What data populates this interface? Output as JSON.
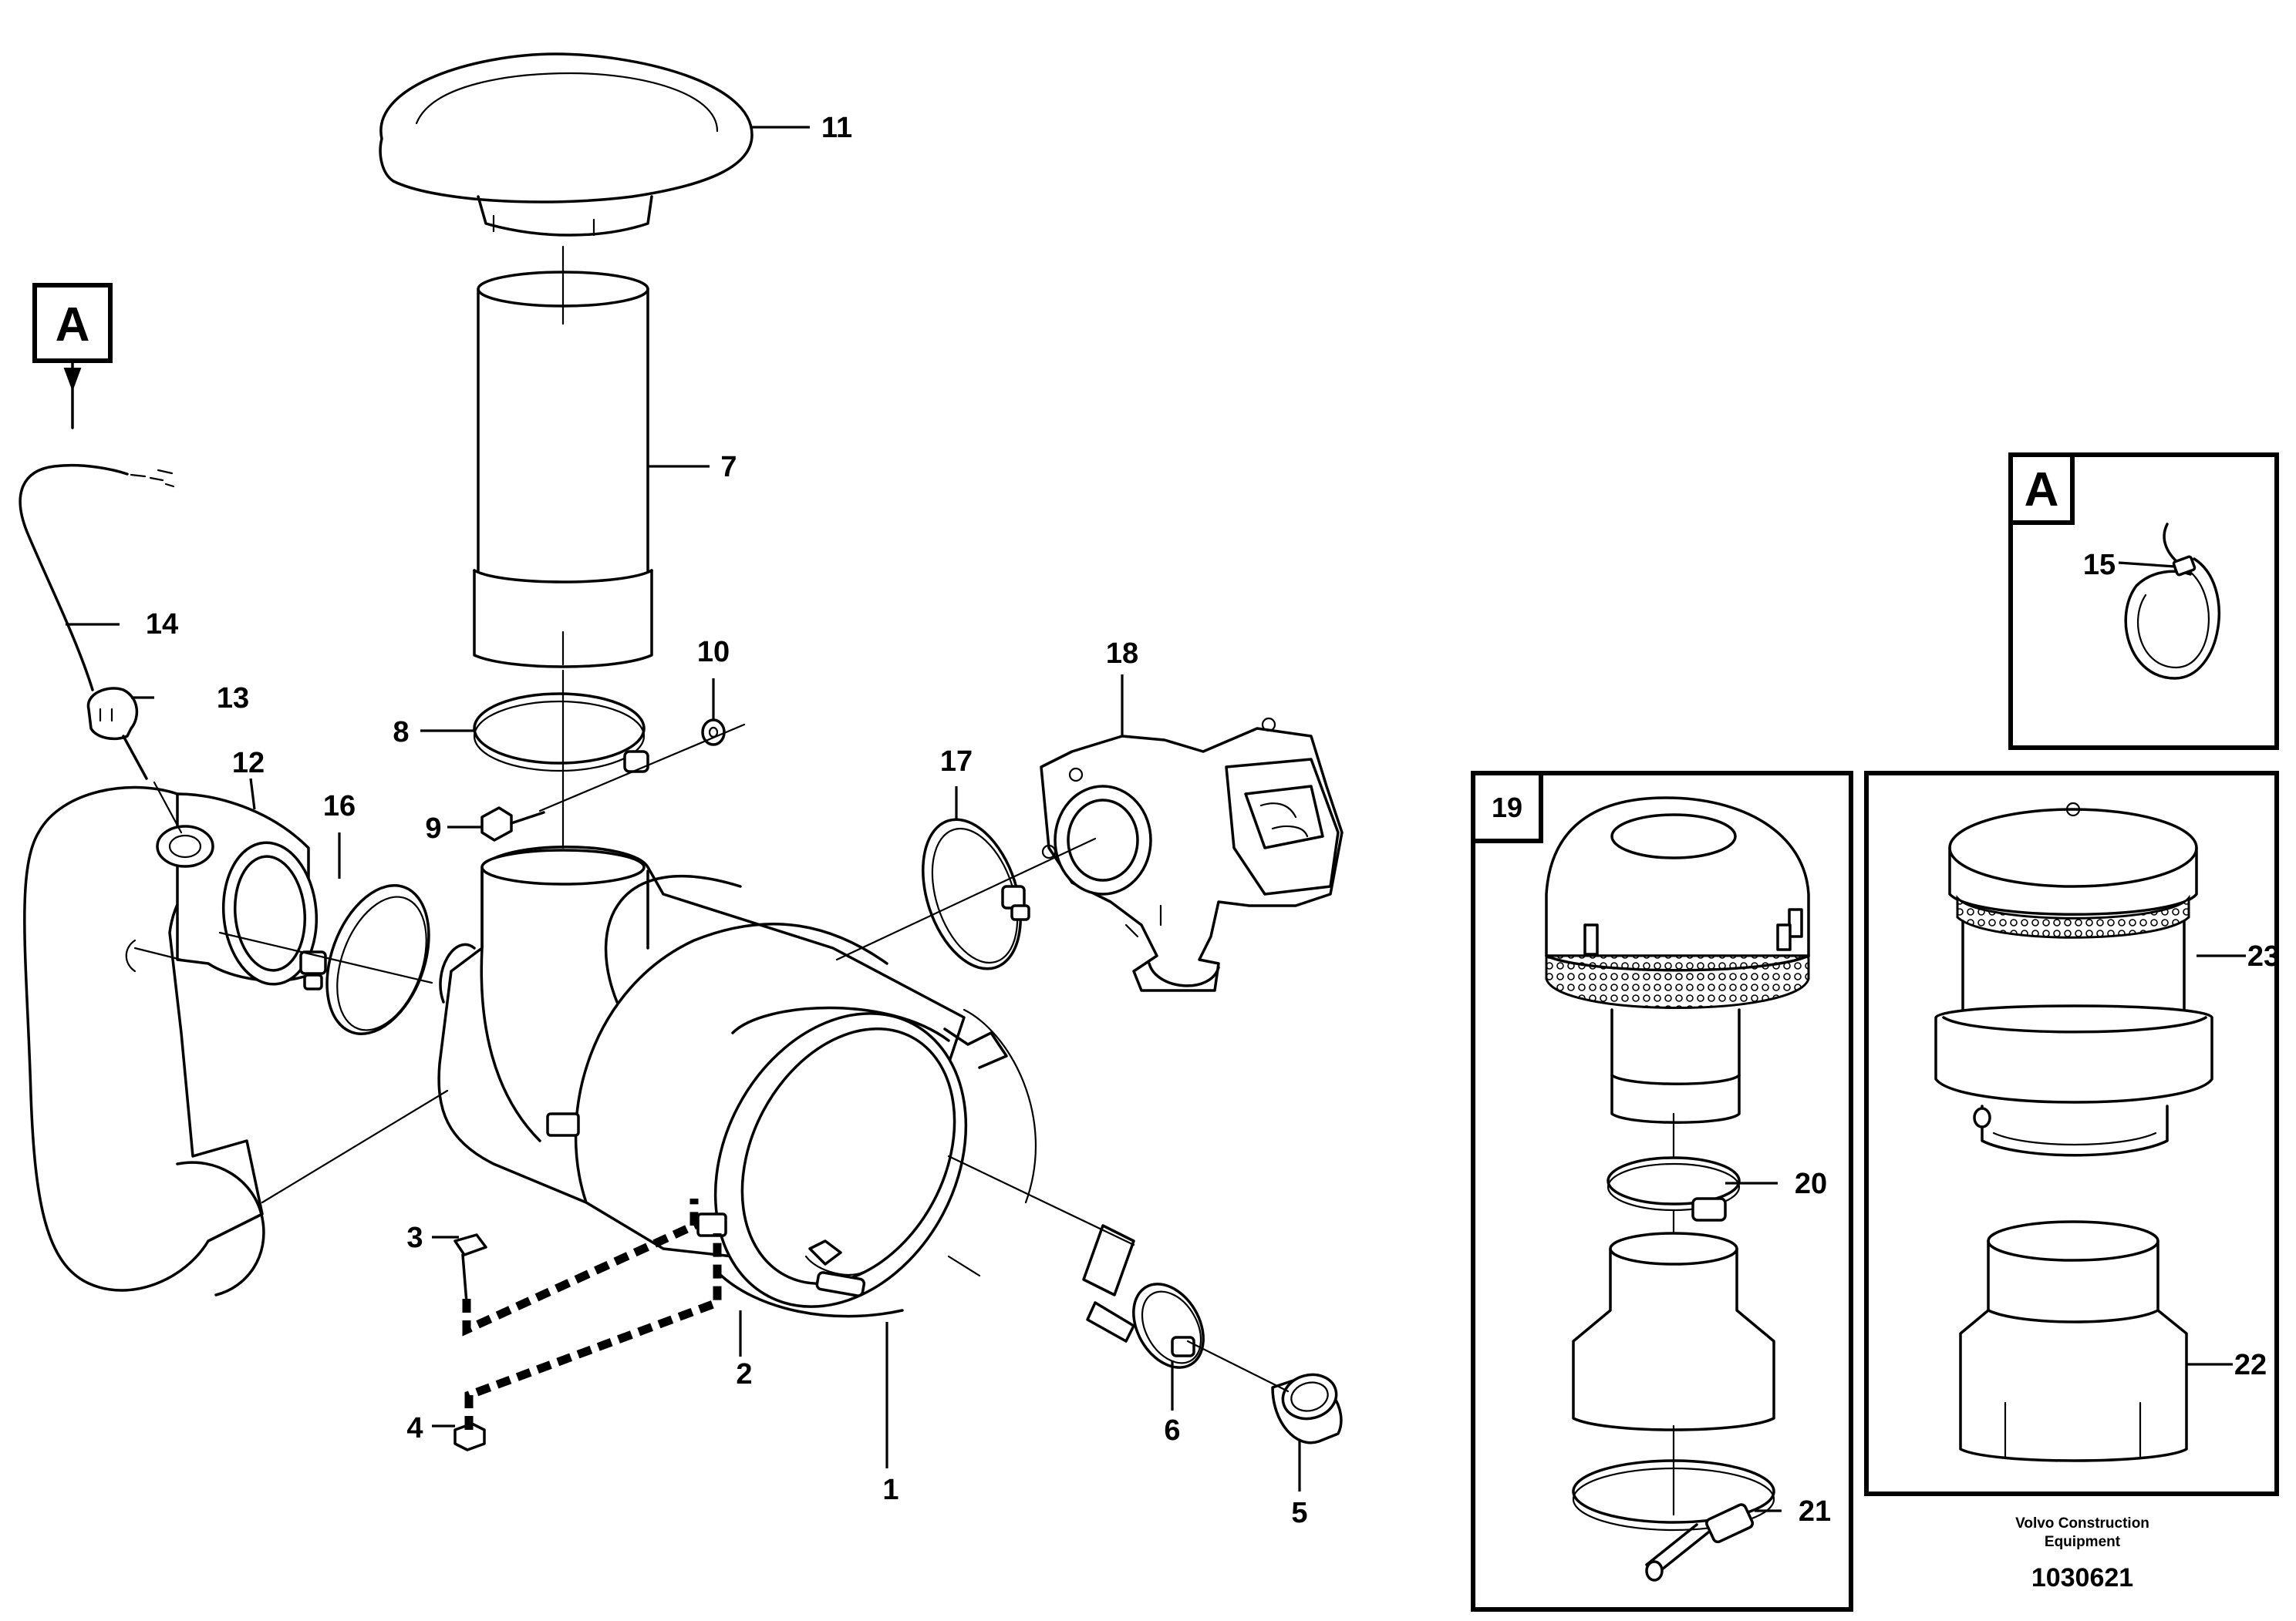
{
  "diagram": {
    "callouts": {
      "c1": "1",
      "c2": "2",
      "c3": "3",
      "c4": "4",
      "c5": "5",
      "c6": "6",
      "c7": "7",
      "c8": "8",
      "c9": "9",
      "c10": "10",
      "c11": "11",
      "c12": "12",
      "c13": "13",
      "c14": "14",
      "c15": "15",
      "c16": "16",
      "c17": "17",
      "c18": "18",
      "c20": "20",
      "c21": "21",
      "c22": "22",
      "c23": "23"
    },
    "detail_ref_marker": "A",
    "detail_box_a": {
      "label": "A"
    },
    "detail_box_19": {
      "label": "19"
    },
    "footer": {
      "manufacturer_line1": "Volvo Construction",
      "manufacturer_line2": "Equipment",
      "drawing_number": "1030621"
    }
  }
}
